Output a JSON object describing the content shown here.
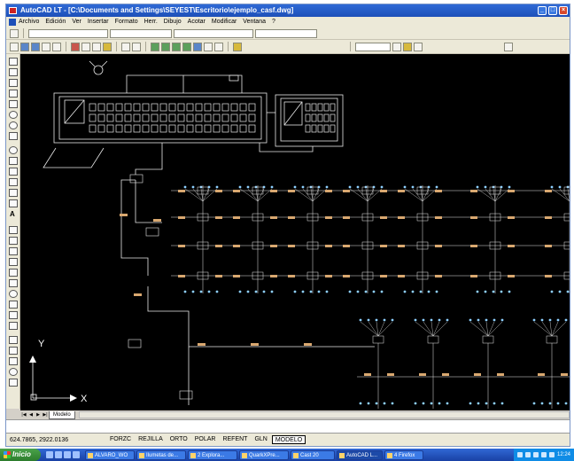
{
  "window": {
    "title": "AutoCAD LT - [C:\\Documents and Settings\\SEYEST\\Escritorio\\ejemplo_casf.dwg]",
    "controls": [
      "_",
      "□",
      "×"
    ]
  },
  "menubar": {
    "items": [
      "Archivo",
      "Edición",
      "Ver",
      "Insertar",
      "Formato",
      "Herr.",
      "Dibujo",
      "Acotar",
      "Modificar",
      "Ventana",
      "?"
    ]
  },
  "drawing": {
    "background": "#000000",
    "accent": "#d9a870",
    "axis_y": "Y",
    "axis_x": "X"
  },
  "tabs": {
    "nav": [
      "|◀",
      "◀",
      "▶",
      "▶|"
    ],
    "model": "Modelo"
  },
  "statusbar": {
    "coords": "624.7865, 2922.0136",
    "toggles": [
      {
        "label": "FORZC",
        "active": false
      },
      {
        "label": "REJILLA",
        "active": false
      },
      {
        "label": "ORTO",
        "active": false
      },
      {
        "label": "POLAR",
        "active": false
      },
      {
        "label": "REFENT",
        "active": false
      },
      {
        "label": "GLN",
        "active": false
      },
      {
        "label": "MODELO",
        "active": true
      }
    ]
  },
  "taskbar": {
    "start": "Inicio",
    "tasks": [
      {
        "label": "ALVARO_WO",
        "active": false
      },
      {
        "label": "Ilumetas de...",
        "active": false
      },
      {
        "label": "2 Explora...",
        "active": false
      },
      {
        "label": "QuarkXPre...",
        "active": false
      },
      {
        "label": "Cast 20",
        "active": false
      },
      {
        "label": "AutoCAD L...",
        "active": true
      },
      {
        "label": "4 Firefox",
        "active": false
      }
    ],
    "clock": "12:24"
  }
}
